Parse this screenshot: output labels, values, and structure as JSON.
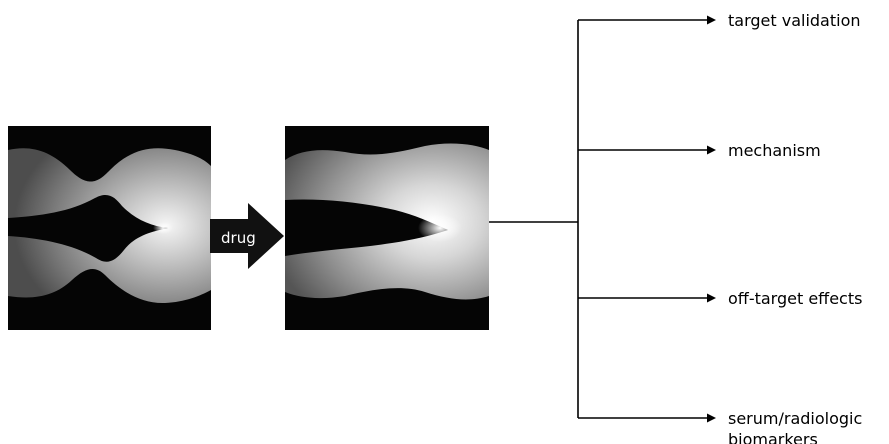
{
  "arrow": {
    "label": "drug",
    "color": "#111111"
  },
  "outcomes": [
    {
      "lines": [
        "target validation"
      ]
    },
    {
      "lines": [
        "mechanism"
      ]
    },
    {
      "lines": [
        "off-target effects"
      ]
    },
    {
      "lines": [
        "serum/radiologic",
        "biomarkers"
      ]
    }
  ],
  "colors": {
    "background": "#ffffff",
    "tissue_highlight": "#f4f4f4",
    "tissue_shadow": "#5a5a5a",
    "lumen": "#050505"
  }
}
